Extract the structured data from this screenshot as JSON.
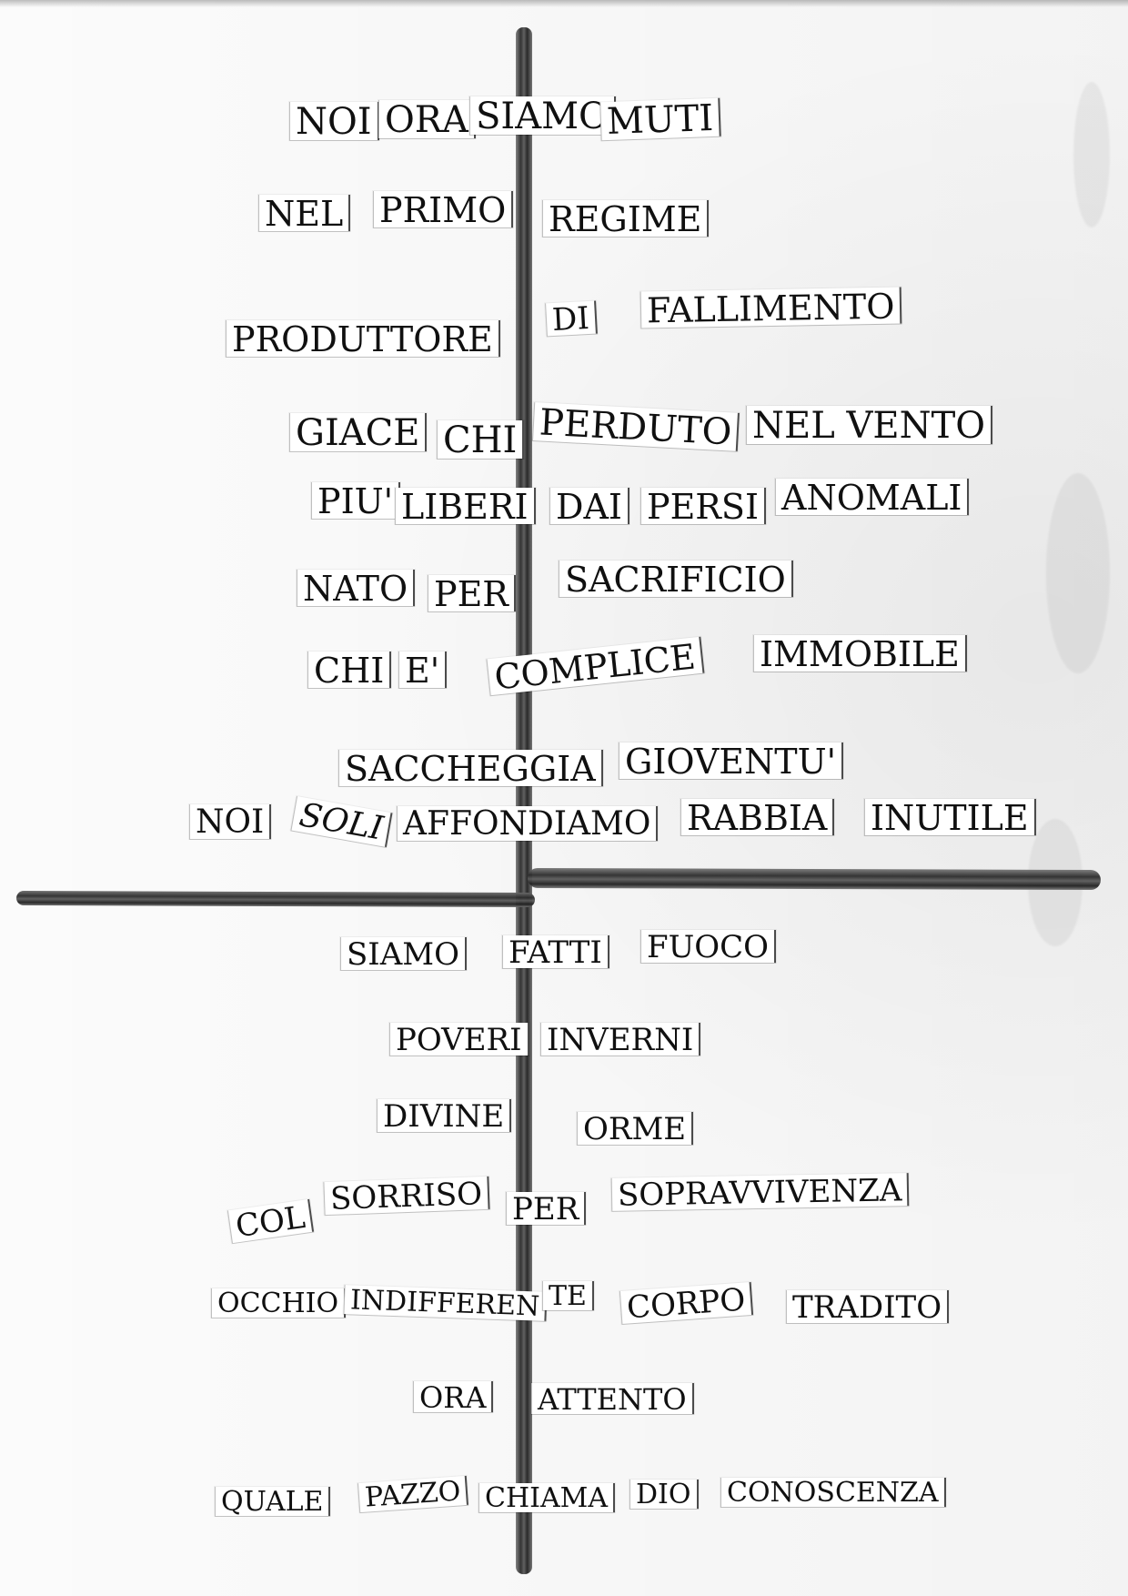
{
  "poem": {
    "l01": "NOI",
    "l02": "ORA",
    "l03": "SIAMO",
    "l04": "MUTI",
    "l05": "NEL",
    "l06": "PRIMO",
    "l07": "REGIME",
    "l08": "PRODUTTORE",
    "l09": "DI",
    "l10": "FALLIMENTO",
    "l11": "GIACE",
    "l12": "CHI",
    "l13": "PERDUTO",
    "l14": "NEL VENTO",
    "l15": "PIU'",
    "l16": "LIBERI",
    "l17": "DAI",
    "l18": "PERSI",
    "l19": "ANOMALI",
    "l20": "NATO",
    "l21": "PER",
    "l22": "SACRIFICIO",
    "l23": "CHI",
    "l24": "E'",
    "l25": "COMPLICE",
    "l26": "IMMOBILE",
    "l27": "SACCHEGGIA",
    "l28": "GIOVENTU'",
    "l29": "NOI",
    "l30": "SOLI",
    "l31": "AFFONDIAMO",
    "l32": "RABBIA",
    "l33": "INUTILE",
    "l34": "SIAMO",
    "l35": "FATTI",
    "l36": "FUOCO",
    "l37": "POVERI",
    "l38": "INVERNI",
    "l39": "DIVINE",
    "l40": "ORME",
    "l41": "COL",
    "l42": "SORRISO",
    "l43": "PER",
    "l44": "SOPRAVVIVENZA",
    "l45": "OCCHIO",
    "l46": "INDIFFEREN",
    "l47": "TE",
    "l48": "CORPO",
    "l49": "TRADITO",
    "l50": "ORA",
    "l51": "ATTENTO",
    "l52": "QUALE",
    "l53": "PAZZO",
    "l54": "CHIAMA",
    "l55": "DIO",
    "l56": "CONOSCENZA"
  },
  "colors": {
    "paper": "#fbfbfb",
    "stick": "#2b2b2b",
    "ink": "#101010"
  }
}
